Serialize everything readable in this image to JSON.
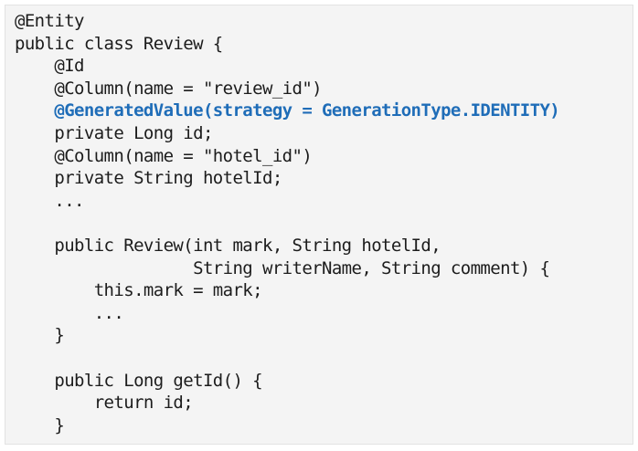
{
  "code": {
    "lines": [
      {
        "text": "@Entity",
        "highlight": false
      },
      {
        "text": "public class Review {",
        "highlight": false
      },
      {
        "text": "    @Id",
        "highlight": false
      },
      {
        "text": "    @Column(name = \"review_id\")",
        "highlight": false
      },
      {
        "text": "    @GeneratedValue(strategy = GenerationType.IDENTITY)",
        "highlight": true
      },
      {
        "text": "    private Long id;",
        "highlight": false
      },
      {
        "text": "    @Column(name = \"hotel_id\")",
        "highlight": false
      },
      {
        "text": "    private String hotelId;",
        "highlight": false
      },
      {
        "text": "    ...",
        "highlight": false
      },
      {
        "text": "",
        "highlight": false
      },
      {
        "text": "    public Review(int mark, String hotelId,",
        "highlight": false
      },
      {
        "text": "                  String writerName, String comment) {",
        "highlight": false
      },
      {
        "text": "        this.mark = mark;",
        "highlight": false
      },
      {
        "text": "        ...",
        "highlight": false
      },
      {
        "text": "    }",
        "highlight": false
      },
      {
        "text": "",
        "highlight": false
      },
      {
        "text": "    public Long getId() {",
        "highlight": false
      },
      {
        "text": "        return id;",
        "highlight": false
      },
      {
        "text": "    }",
        "highlight": false
      }
    ],
    "colors": {
      "text": "#1c1c1c",
      "highlight": "#1f6db8",
      "background": "#f4f4f4"
    }
  }
}
